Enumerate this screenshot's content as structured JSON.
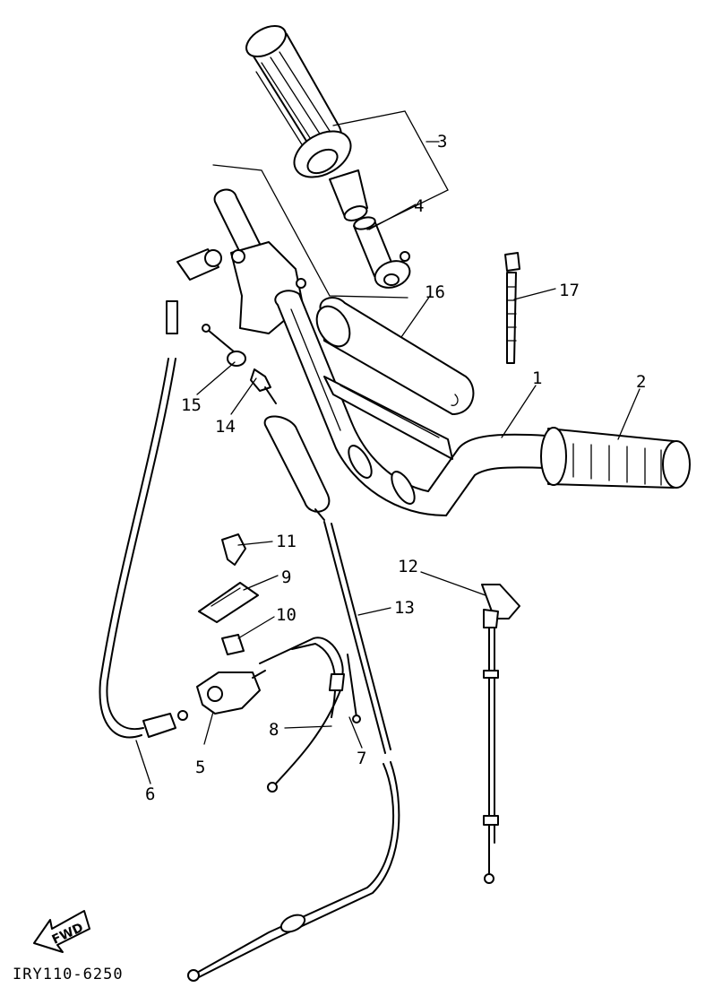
{
  "diagram": {
    "code": "IRY110-6250",
    "fwd_label": "FWD",
    "callouts": [
      {
        "id": "1",
        "text": "1"
      },
      {
        "id": "2",
        "text": "2"
      },
      {
        "id": "3",
        "text": "3"
      },
      {
        "id": "4",
        "text": "4"
      },
      {
        "id": "5",
        "text": "5"
      },
      {
        "id": "6",
        "text": "6"
      },
      {
        "id": "7",
        "text": "7"
      },
      {
        "id": "8",
        "text": "8"
      },
      {
        "id": "9",
        "text": "9"
      },
      {
        "id": "10",
        "text": "10"
      },
      {
        "id": "11",
        "text": "11"
      },
      {
        "id": "12",
        "text": "12"
      },
      {
        "id": "13",
        "text": "13"
      },
      {
        "id": "14",
        "text": "14"
      },
      {
        "id": "15",
        "text": "15"
      },
      {
        "id": "16",
        "text": "16"
      },
      {
        "id": "17",
        "text": "17"
      }
    ]
  }
}
